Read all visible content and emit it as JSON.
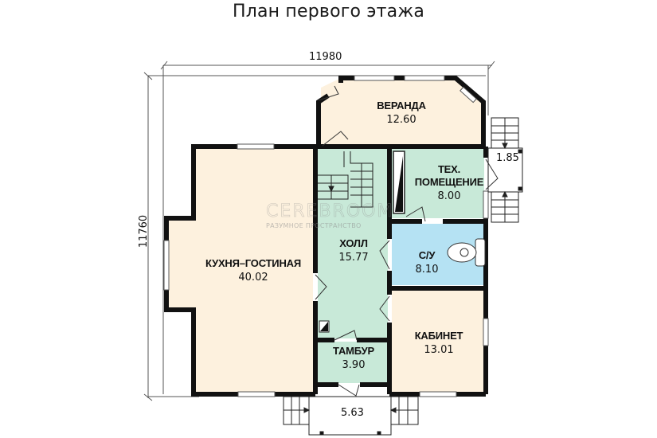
{
  "title": "План первого этажа",
  "dimensions": {
    "width": "11980",
    "height": "11760",
    "porch_right": "1.85",
    "porch_front": "5.63"
  },
  "watermark": {
    "brand": "CEREBROOM",
    "tagline": "РАЗУМНОЕ ПРОСТРАНСТВО"
  },
  "rooms": [
    {
      "id": "veranda",
      "name": "ВЕРАНДА",
      "area": "12.60",
      "color": "#fdf1de"
    },
    {
      "id": "tech",
      "name_line1": "ТЕХ.",
      "name_line2": "ПОМЕЩЕНИЕ",
      "area": "8.00",
      "color": "#c8e9d8"
    },
    {
      "id": "kitchen",
      "name": "КУХНЯ–ГОСТИНАЯ",
      "area": "40.02",
      "color": "#fdf1de"
    },
    {
      "id": "hall",
      "name": "ХОЛЛ",
      "area": "15.77",
      "color": "#c8e9d8"
    },
    {
      "id": "bathroom",
      "name": "С/У",
      "area": "8.10",
      "color": "#b5e2f3"
    },
    {
      "id": "office",
      "name": "КАБИНЕТ",
      "area": "13.01",
      "color": "#fdf1de"
    },
    {
      "id": "vestibule",
      "name": "ТАМБУР",
      "area": "3.90",
      "color": "#c8e9d8"
    }
  ],
  "colors": {
    "wall": "#111111",
    "beige": "#fdf1de",
    "mint": "#c8e9d8",
    "blue": "#b5e2f3",
    "dim_line": "#444444"
  }
}
